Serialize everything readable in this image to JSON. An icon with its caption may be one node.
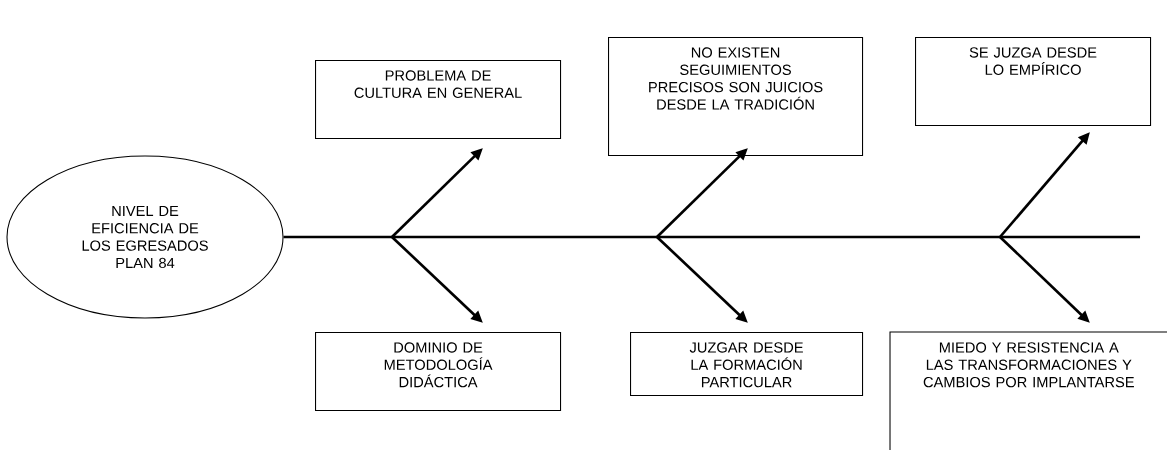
{
  "diagram": {
    "nodes": [
      {
        "text": [
          "NIVEL DE EFICIENCIA DE LOS EGRESADOS PLAN 84"
        ]
      },
      {
        "text": [
          "PROBLEMA DE CULTURA EN GENERAL"
        ]
      },
      {
        "text": [
          "NO EXISTEN SEGUIMIENTOS PRECISOS SON JUICIOS DESDE LA TRADICIÓN"
        ]
      },
      {
        "text": [
          "SE JUZGA DESDE LO EMPÍRICO"
        ]
      },
      {
        "text": [
          "DOMINIO DE METODOLOGÍA DIDÁCTICA"
        ]
      },
      {
        "text": [
          "JUZGAR DESDE LA FORMACIÓN PARTICULAR"
        ]
      },
      {
        "text": [
          "MIEDO Y RESISTENCIA A LAS TRANSFORMACIONES Y CAMBIOS POR IMPLANTARSE"
        ]
      }
    ],
    "edges": [
      {
        "from": 0,
        "to": null,
        "arrow": "none"
      },
      {
        "from": null,
        "to": 1,
        "arrow": "to"
      },
      {
        "from": null,
        "to": 2,
        "arrow": "to"
      },
      {
        "from": null,
        "to": 3,
        "arrow": "to"
      },
      {
        "from": null,
        "to": 4,
        "arrow": "to"
      },
      {
        "from": null,
        "to": 5,
        "arrow": "to"
      },
      {
        "from": null,
        "to": 6,
        "arrow": "to"
      }
    ]
  }
}
